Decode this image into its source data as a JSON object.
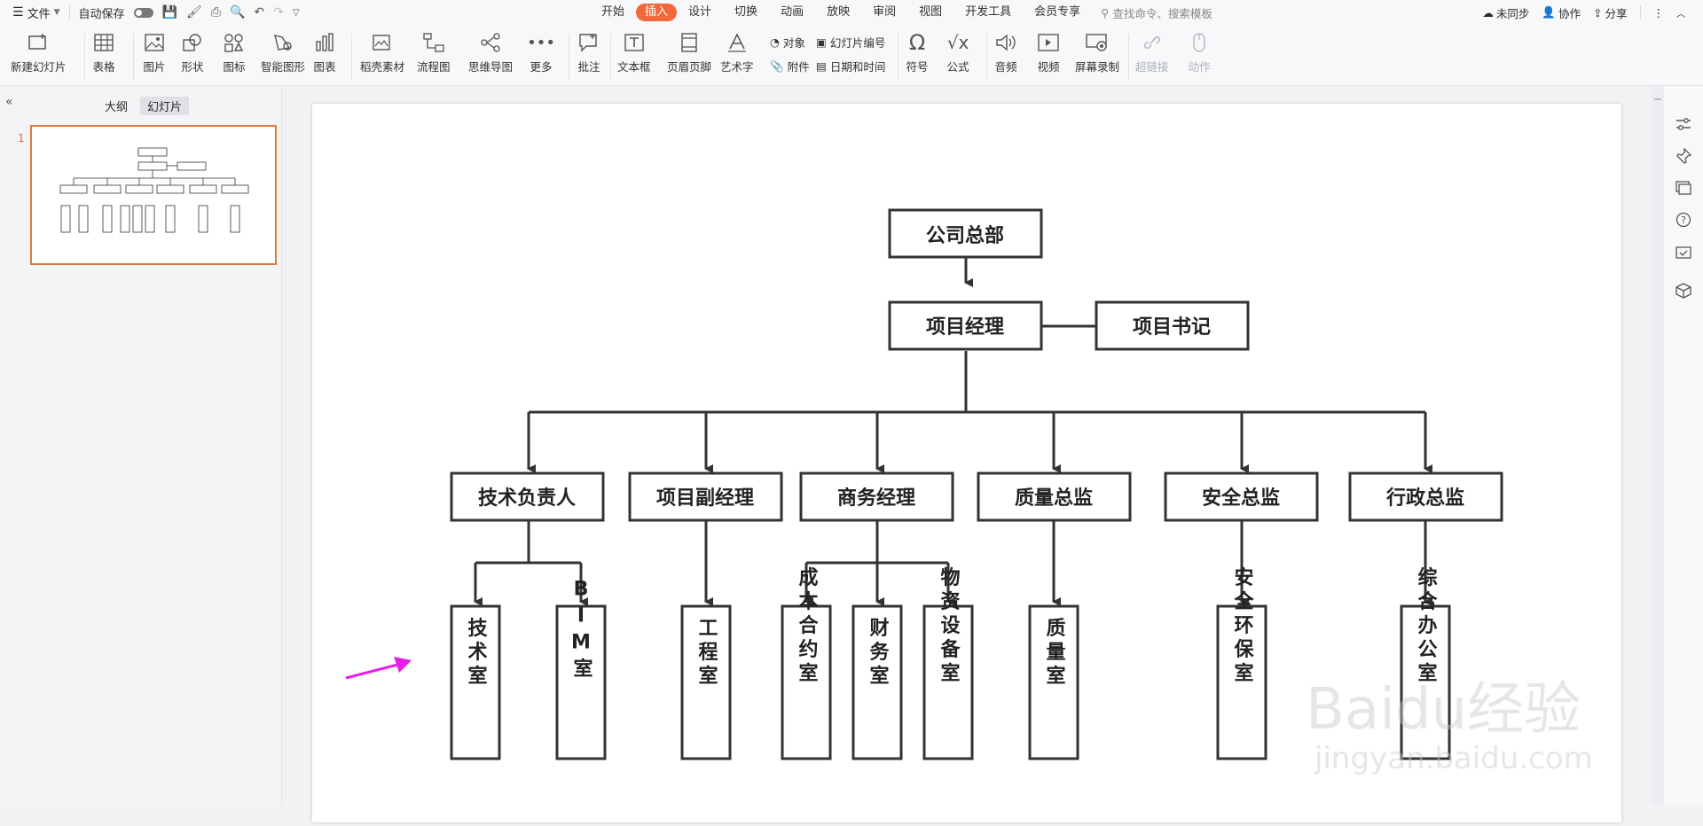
{
  "titlebar": {
    "menu_label": "文件",
    "autosave_label": "自动保存",
    "tabs": [
      "开始",
      "插入",
      "设计",
      "切换",
      "动画",
      "放映",
      "审阅",
      "视图",
      "开发工具",
      "会员专享"
    ],
    "active_tab": "插入",
    "search_placeholder": "查找命令、搜索模板",
    "sync_label": "未同步",
    "collab_label": "协作",
    "share_label": "分享"
  },
  "ribbon": {
    "new_slide": "新建幻灯片",
    "table": "表格",
    "picture": "图片",
    "shape": "形状",
    "icon": "图标",
    "smartart": "智能图形",
    "chart": "图表",
    "material": "稻壳素材",
    "flowchart": "流程图",
    "mindmap": "思维导图",
    "more": "更多",
    "comment": "批注",
    "textbox": "文本框",
    "header_footer": "页眉页脚",
    "wordart": "艺术字",
    "object": "对象",
    "slide_number": "幻灯片编号",
    "attachment": "附件",
    "datetime": "日期和时间",
    "symbol": "符号",
    "formula": "公式",
    "audio": "音频",
    "video": "视频",
    "screen_record": "屏幕录制",
    "hyperlink": "超链接",
    "action": "动作"
  },
  "leftpanel": {
    "outline_tab": "大纲",
    "slides_tab": "幻灯片",
    "slide_number": "1"
  },
  "org": {
    "root": "公司总部",
    "pm": "项目经理",
    "secretary": "项目书记",
    "level2": [
      "技术负责人",
      "项目副经理",
      "商务经理",
      "质量总监",
      "安全总监",
      "行政总监"
    ],
    "level3": [
      "技术室",
      "BIM室",
      "工程室",
      "成本合约室",
      "财务室",
      "物资设备室",
      "质量室",
      "安全环保室",
      "综合办公室"
    ]
  },
  "watermark": {
    "logo_text": "Baidu经验",
    "url_text": "jingyan.baidu.com"
  },
  "colors": {
    "accent": "#f2683a",
    "thumb_border": "#e07b39",
    "arrow": "#e61ee6",
    "box_border": "#333333"
  }
}
